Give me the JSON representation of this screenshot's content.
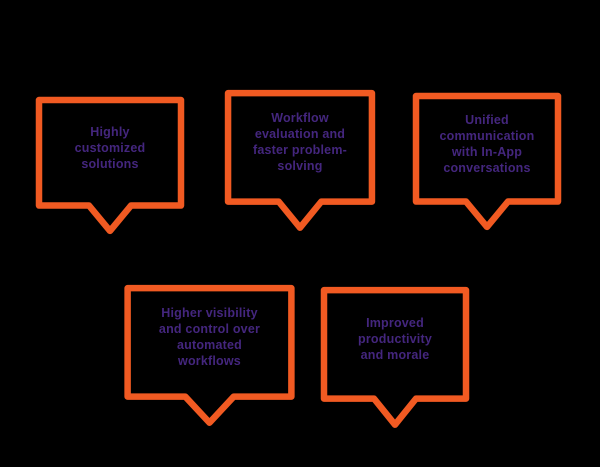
{
  "colors": {
    "background": "#000000",
    "bubble-outline": "#f15a22",
    "bubble-text": "#44267e"
  },
  "bubbles": [
    {
      "text": "Highly\ncustomized\nsolutions"
    },
    {
      "text": "Workflow\nevaluation and\nfaster problem-\nsolving"
    },
    {
      "text": "Unified\ncommunication\nwith In-App\nconversations"
    },
    {
      "text": "Higher visibility\nand control over\nautomated\nworkflows"
    },
    {
      "text": "Improved\nproductivity\nand morale"
    }
  ]
}
